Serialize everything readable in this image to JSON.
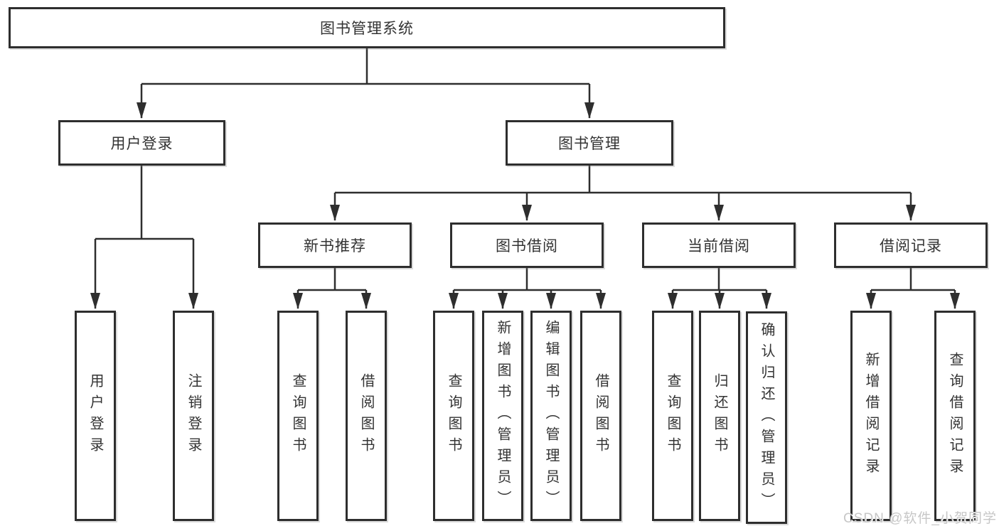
{
  "tree": {
    "root": {
      "label": "图书管理系统",
      "children": [
        {
          "label": "用户登录",
          "children": [
            {
              "label": "用户登录"
            },
            {
              "label": "注销登录"
            }
          ]
        },
        {
          "label": "图书管理",
          "children": [
            {
              "label": "新书推荐",
              "children": [
                {
                  "label": "查询图书"
                },
                {
                  "label": "借阅图书"
                }
              ]
            },
            {
              "label": "图书借阅",
              "children": [
                {
                  "label": "查询图书"
                },
                {
                  "label": "新增图书（管理员）"
                },
                {
                  "label": "编辑图书（管理员）"
                },
                {
                  "label": "借阅图书"
                }
              ]
            },
            {
              "label": "当前借阅",
              "children": [
                {
                  "label": "查询图书"
                },
                {
                  "label": "归还图书"
                },
                {
                  "label": "确认归还（管理员）"
                }
              ]
            },
            {
              "label": "借阅记录",
              "children": [
                {
                  "label": "新增借阅记录"
                },
                {
                  "label": "查询借阅记录"
                }
              ]
            }
          ]
        }
      ]
    }
  },
  "watermark": "CSDN @软件_小贺同学",
  "colors": {
    "line": "#2e2e2e",
    "text": "#333333",
    "watermark": "#c7c7c7",
    "background": "#ffffff"
  }
}
